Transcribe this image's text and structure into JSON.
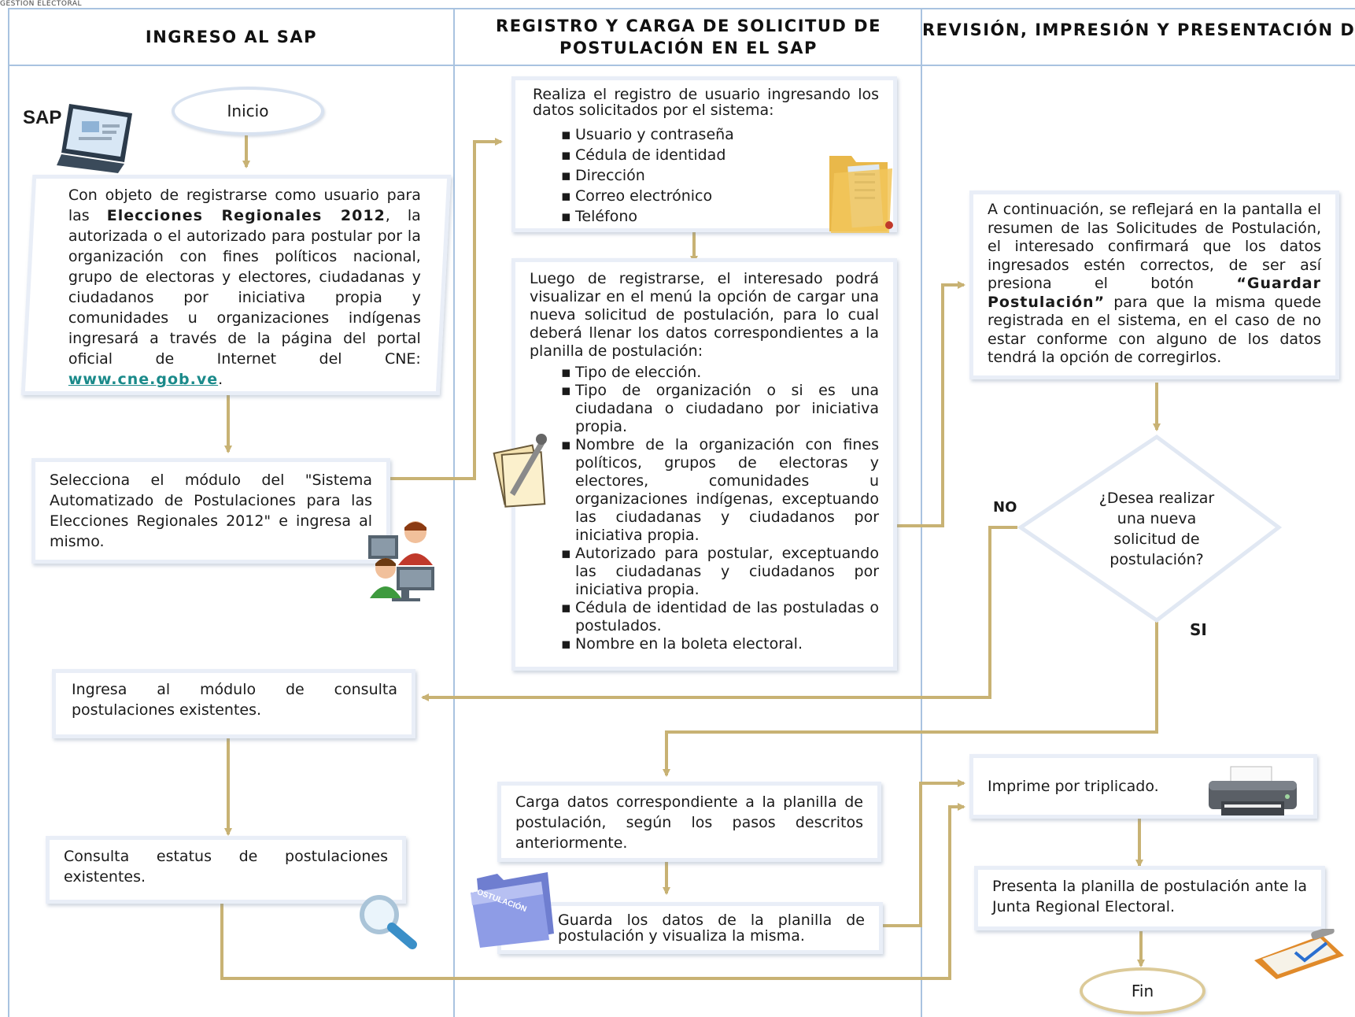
{
  "top_text": "GESTIÓN ELECTORAL",
  "lanes": [
    {
      "title": "INGRESO AL SAP"
    },
    {
      "title": "REGISTRO Y CARGA DE SOLICITUD DE POSTULACIÓN EN EL SAP"
    },
    {
      "title": "REVISIÓN, IMPRESIÓN Y PRESENTACIÓN DE SOLICITUD DE POSTULACIONES"
    }
  ],
  "icons": {
    "sap_label": "SAP",
    "folder_label": "POSTULACIÓN"
  },
  "nodes": {
    "start": "Inicio",
    "intro": {
      "t1": "Con objeto de registrarse como usuario para las ",
      "bold": "Elecciones Regionales 2012",
      "t2": ", la autorizada o el autorizado para postular por la organización con fines políticos nacional, grupo de electoras y electores, ciudadanas y ciudadanos por iniciativa propia y comunidades u organizaciones indígenas ingresará a través de la página del portal oficial de Internet del CNE: ",
      "link": "www.cne.gob.ve",
      "t3": "."
    },
    "select_module": "Selecciona el módulo del \"Sistema Automatizado de Postulaciones para las Elecciones Regionales 2012\" e ingresa al mismo.",
    "register": {
      "intro": "Realiza el registro de usuario ingresando los datos solicitados por el sistema:",
      "items": [
        "Usuario y contraseña",
        "Cédula de identidad",
        "Dirección",
        "Correo electrónico",
        "Teléfono"
      ]
    },
    "new_request": {
      "intro": "Luego de registrarse, el interesado podrá visualizar en el menú la opción de cargar una nueva solicitud de postulación, para lo cual deberá llenar los datos correspondientes a la planilla de postulación:",
      "items": [
        "Tipo de elección.",
        "Tipo de organización o si es una ciudadana o ciudadano por iniciativa propia.",
        "Nombre de la organización con fines políticos, grupos de electoras y electores, comunidades u organizaciones indígenas, exceptuando las ciudadanas y ciudadanos por iniciativa propia.",
        "Autorizado para postular, exceptuando las ciudadanas y ciudadanos por iniciativa propia.",
        "Cédula de identidad de las postuladas o postulados.",
        "Nombre en la boleta electoral."
      ]
    },
    "summary": {
      "t1": "A continuación, se reflejará en la pantalla el resumen de las Solicitudes de Postulación, el interesado confirmará que los datos ingresados estén correctos, de ser así presiona el botón ",
      "bold": "“Guardar Postulación”",
      "t2": " para que la misma quede registrada en el sistema, en el caso de no estar conforme con alguno de los datos tendrá la opción de corregirlos."
    },
    "decision": "¿Desea realizar una nueva solicitud de postulación?",
    "no_label": "NO",
    "si_label": "SI",
    "consult_module": "Ingresa al módulo de consulta postulaciones existentes.",
    "consult_status": "Consulta estatus de postulaciones existentes.",
    "load_data": "Carga datos correspondiente a la planilla de postulación, según los pasos descritos anteriormente.",
    "save_data": "Guarda los datos de la planilla de postulación y visualiza la misma.",
    "print": "Imprime por triplicado.",
    "present": "Presenta la planilla de postulación ante la Junta Regional Electoral.",
    "end": "Fin"
  },
  "colors": {
    "arrow": "#c8b274",
    "lane_border": "#a9c3e0",
    "box_border": "#e9eef7"
  }
}
